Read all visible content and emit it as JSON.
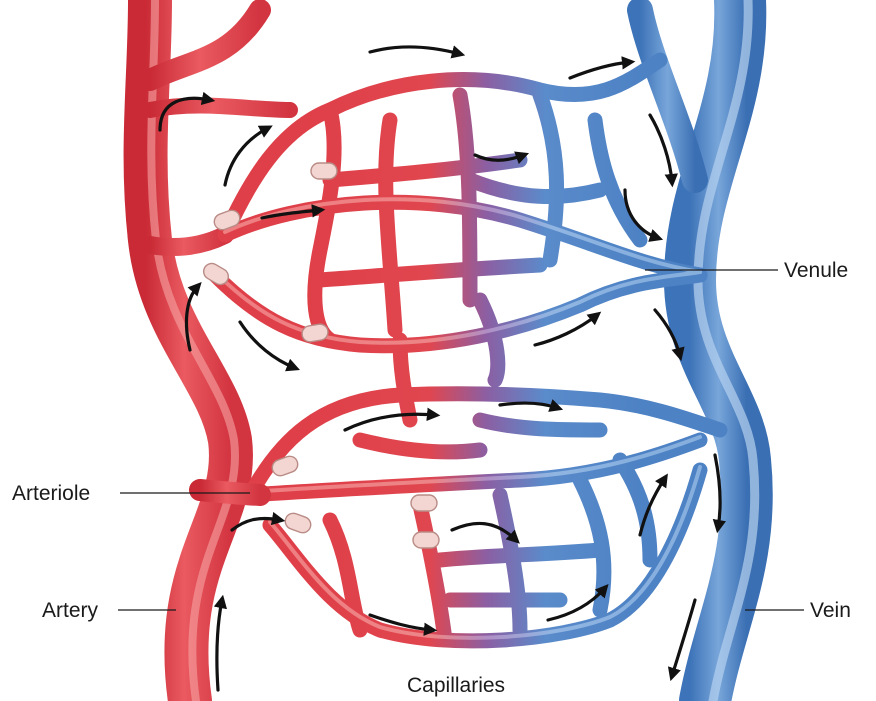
{
  "labels": {
    "venule": "Venule",
    "arteriole": "Arteriole",
    "artery": "Artery",
    "vein": "Vein",
    "capillaries": "Capillaries"
  },
  "colors": {
    "arterial": "#e0424a",
    "arterial_highlight": "#f28a8a",
    "venous": "#4f86c6",
    "venous_highlight": "#9cc0e6",
    "transition": "#8e5a9c",
    "arrow": "#111111",
    "sphincter": "#f3d6d2"
  },
  "icons": {
    "flow_arrow": "arrow-icon",
    "precapillary_sphincter": "sphincter-icon"
  }
}
